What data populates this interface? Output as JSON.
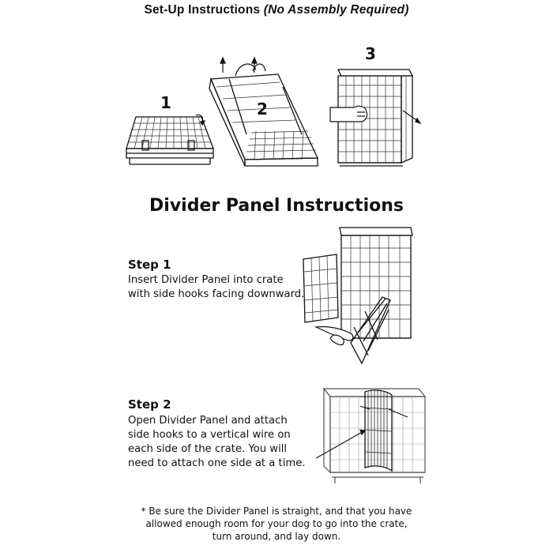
{
  "header": {
    "title": "Set-Up Instructions",
    "title_note": "(No Assembly Required)"
  },
  "setup_steps": [
    {
      "number": "1",
      "illustration": "folded-crate"
    },
    {
      "number": "2",
      "illustration": "unfolding-crate"
    },
    {
      "number": "3",
      "illustration": "assembled-crate"
    }
  ],
  "divider": {
    "heading": "Divider Panel Instructions",
    "steps": [
      {
        "title": "Step 1",
        "text": "Insert Divider  Panel into crate\nwith side hooks facing downward.",
        "illustration": "inserting-divider-panel"
      },
      {
        "title": "Step 2",
        "text": "Open Divider Panel and attach\nside hooks to a vertical wire on\neach side of the crate. You will\nneed to attach one side at a time.",
        "illustration": "attached-divider-panel"
      }
    ]
  },
  "footnote": "* Be sure the Divider Panel is straight, and that you have\nallowed enough room for your dog to go into the crate,\nturn around, and lay down."
}
